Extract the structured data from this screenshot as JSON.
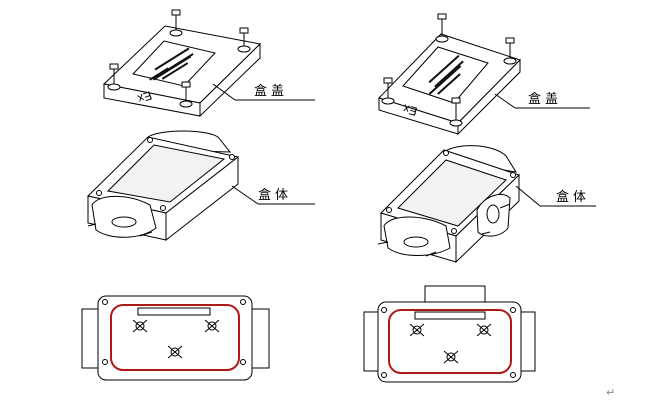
{
  "diagram": {
    "labels": {
      "cover_left": "盒盖",
      "body_left": "盒体",
      "cover_right": "盒盖",
      "body_right": "盒体",
      "ex_mark_left": "Ex",
      "ex_mark_right": "Ex"
    },
    "paragraph_mark": "↵"
  }
}
